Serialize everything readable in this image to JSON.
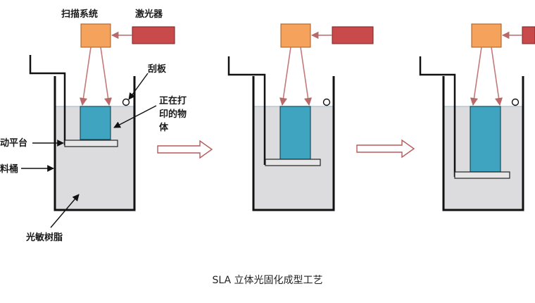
{
  "labels": {
    "scanner": "扫描系统",
    "laser": "激光器",
    "scraper": "刮板",
    "object_line1": "正在打",
    "object_line2": "印的物",
    "object_line3": "体",
    "platform": "动平台",
    "vat": "料桶",
    "resin": "光敏树脂"
  },
  "caption": "SLA 立体光固化成型工艺",
  "colors": {
    "scanner": "#f5a35c",
    "laser": "#c94a4a",
    "laser_beam": "#c27a7a",
    "resin": "#dcdcde",
    "object": "#3fa4bf",
    "platform": "#e6e6e6",
    "stage_arrow": "#b85a5a"
  }
}
